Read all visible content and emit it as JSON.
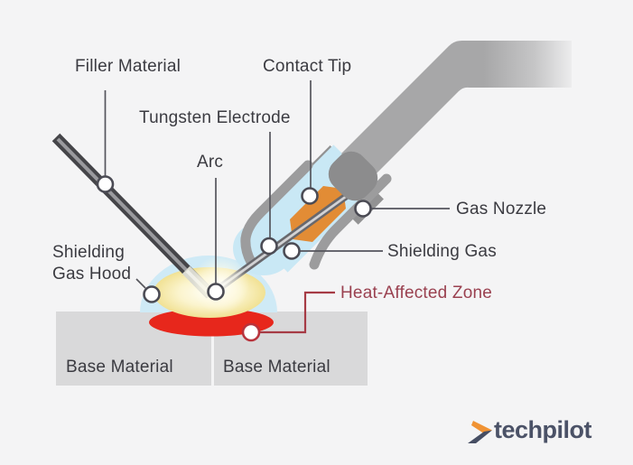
{
  "diagram": {
    "labels": {
      "filler_material": "Filler Material",
      "contact_tip": "Contact Tip",
      "tungsten_electrode": "Tungsten Electrode",
      "arc": "Arc",
      "gas_nozzle": "Gas Nozzle",
      "shielding_gas": "Shielding Gas",
      "shielding_gas_hood": "Shielding Gas Hood",
      "heat_affected_zone": "Heat-Affected Zone",
      "base_material_left": "Base Material",
      "base_material_right": "Base Material"
    },
    "colors": {
      "background": "#f4f4f5",
      "base_material_gray": "#d9d9da",
      "shielding_gas_blue": "#c9e8f5",
      "contact_tip_orange": "#e28c35",
      "heat_affected_zone_red": "#e7271c",
      "heat_affected_zone_label": "#9a4150",
      "torch_gray": "#a7a7a8",
      "label_text": "#3b3b41"
    },
    "logo": {
      "text": "techpilot",
      "icon": "chevron-arrow-icon",
      "text_color": "#4b5267",
      "accent_color": "#f09334"
    }
  }
}
